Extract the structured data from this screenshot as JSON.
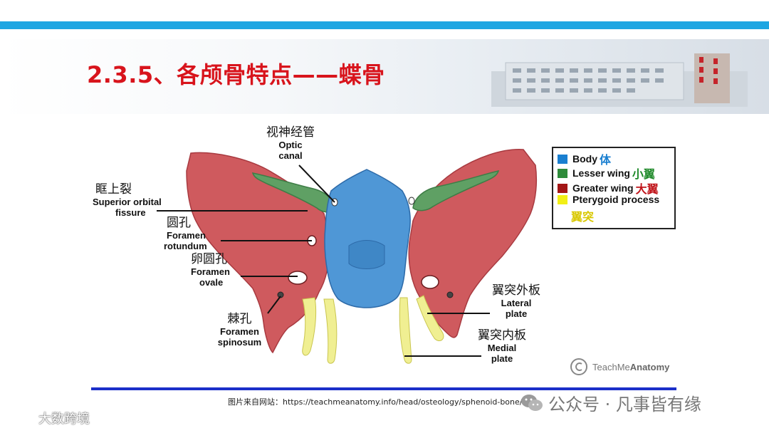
{
  "slide": {
    "title": "2.3.5、各颅骨特点——蝶骨"
  },
  "labels": {
    "optic_canal": {
      "cn": "视神经管",
      "en1": "Optic",
      "en2": "canal"
    },
    "superior_orbital_fissure": {
      "cn": "眶上裂",
      "en1": "Superior orbital",
      "en2": "fissure"
    },
    "foramen_rotundum": {
      "cn": "圆孔",
      "en1": "Foramen",
      "en2": "rotundum"
    },
    "foramen_ovale": {
      "cn": "卵圆孔",
      "en1": "Foramen",
      "en2": "ovale"
    },
    "foramen_spinosum": {
      "cn": "棘孔",
      "en1": "Foramen",
      "en2": "spinosum"
    },
    "lateral_plate": {
      "cn": "翼突外板",
      "en1": "Lateral",
      "en2": "plate"
    },
    "medial_plate": {
      "cn": "翼突内板",
      "en1": "Medial",
      "en2": "plate"
    }
  },
  "legend": [
    {
      "en": "Body",
      "cn": "体",
      "color": "#1a7fd0",
      "cn_color": "#1a7fd0"
    },
    {
      "en": "Lesser wing",
      "cn": "小翼",
      "color": "#2e8b3a",
      "cn_color": "#1f8a2a"
    },
    {
      "en": "Greater wing",
      "cn": "大翼",
      "color": "#a31616",
      "cn_color": "#c0141a"
    },
    {
      "en": "Pterygoid process",
      "cn": "翼突",
      "color": "#f2ef16",
      "cn_color": "#d9c800"
    }
  ],
  "colors": {
    "body": "#4f97d6",
    "lesser_wing": "#5fa064",
    "greater_wing": "#cf5a5e",
    "pterygoid": "#f0ef92"
  },
  "credit": {
    "text_plain": "TeachMe",
    "text_bold": "Anatomy"
  },
  "source": "图片来自网站：https://teachmeanatomy.info/head/osteology/sphenoid-bone/",
  "watermark_right": "公众号 · 凡事皆有缘",
  "watermark_left": "大数跨境"
}
